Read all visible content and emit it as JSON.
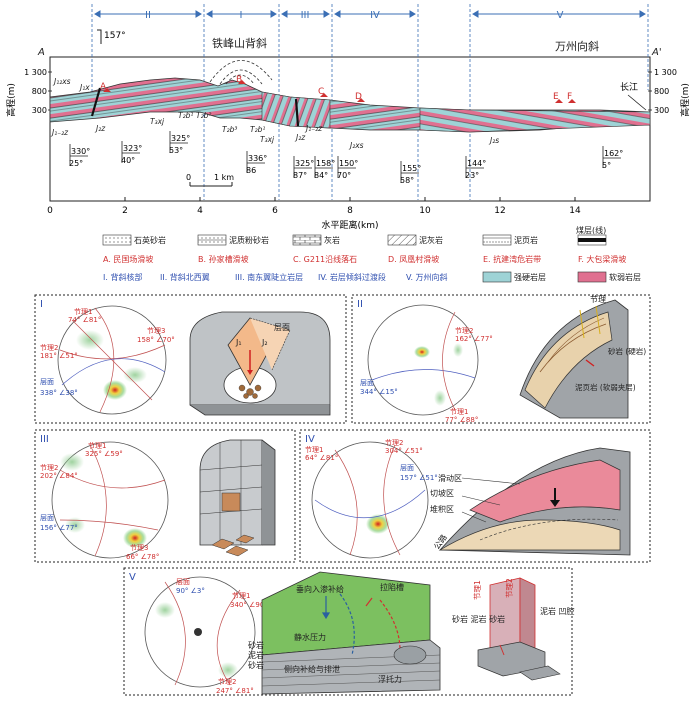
{
  "section": {
    "left_label": "A",
    "right_label": "A'",
    "title_anticline": "铁峰山背斜",
    "title_syncline": "万州向斜",
    "river": "长江",
    "bearing": "157°",
    "y_axis_label": "高程(m)",
    "y_ticks": [
      "1 300",
      "800",
      "300"
    ],
    "x_axis_label": "水平距离(km)",
    "x_ticks": [
      "0",
      "2",
      "4",
      "6",
      "8",
      "10",
      "12",
      "14"
    ],
    "scale_bar": {
      "start": "0",
      "end": "1 km"
    },
    "zones": [
      "II",
      "I",
      "III",
      "IV",
      "V"
    ],
    "slide_marks": [
      "A",
      "B",
      "C",
      "D",
      "E",
      "F"
    ],
    "strata": [
      "J₁₂xs",
      "J₁x",
      "J₁₋₂z",
      "J₂z",
      "T₃xj",
      "T₂b¹",
      "T₂b²",
      "T₂b³",
      "T₂b¹",
      "T₃xj",
      "J₂z",
      "J₁₋₂z",
      "J₂xs",
      "J₂s"
    ],
    "dips": [
      {
        "az": "330°",
        "dip": "25°"
      },
      {
        "az": "323°",
        "dip": "40°"
      },
      {
        "az": "325°",
        "dip": "53°"
      },
      {
        "az": "336°",
        "dip": "86"
      },
      {
        "az": "325°",
        "dip": "87°"
      },
      {
        "az": "158°",
        "dip": "84°"
      },
      {
        "az": "150°",
        "dip": "70°"
      },
      {
        "az": "155°",
        "dip": "58°"
      },
      {
        "az": "144°",
        "dip": "23°"
      },
      {
        "az": "162°",
        "dip": "5°"
      }
    ]
  },
  "legend": {
    "row1": [
      "石英砂岩",
      "泥质粉砂岩",
      "灰岩",
      "泥灰岩",
      "泥页岩",
      "煤层(线)"
    ],
    "row2": [
      "A. 民国场滑坡",
      "B. 孙家槽滑坡",
      "C. G211沿线落石",
      "D. 凤凰村滑坡",
      "E. 抗建湾危岩带",
      "F. 大包梁滑坡"
    ],
    "row3": [
      "I. 背斜核部",
      "II. 背斜北西翼",
      "III. 南东翼陡立岩层",
      "IV. 岩层倾斜过渡段",
      "V. 万州向斜"
    ],
    "strong": "强硬岩层",
    "weak": "软弱岩层"
  },
  "panels": {
    "I": {
      "label": "I",
      "joint1": "节理1",
      "joint1_val": "74° ∠81°",
      "joint2": "节理2",
      "joint2_val": "181° ∠51°",
      "joint3": "节理3",
      "joint3_val": "158° ∠70°",
      "bedding": "层面",
      "bedding_val": "338° ∠38°",
      "block_bedding": "层面",
      "block_j1": "J₁",
      "block_j2": "J₂"
    },
    "II": {
      "label": "II",
      "joint2": "节理2",
      "joint2_val": "162° ∠77°",
      "bedding": "层面",
      "bedding_val": "344° ∠15°",
      "joint1": "节理1",
      "joint1_val": "77° ∠88°",
      "block_joint": "节理",
      "block_hard": "砂岩 (硬岩)",
      "block_soft": "泥页岩 (软弱夹层)"
    },
    "III": {
      "label": "III",
      "joint1": "节理1",
      "joint1_val": "325° ∠59°",
      "joint2": "节理2",
      "joint2_val": "202° ∠84°",
      "bedding": "层面",
      "bedding_val": "156° ∠77°",
      "joint3": "节理3",
      "joint3_val": "66° ∠78°"
    },
    "IV": {
      "label": "IV",
      "joint1": "节理1",
      "joint1_val": "64° ∠81°",
      "joint2": "节理2",
      "joint2_val": "304° ∠51°",
      "bedding": "层面",
      "bedding_val": "157° ∠51°",
      "zone_slide": "滑动区",
      "zone_cut": "切坡区",
      "zone_pile": "堆积区",
      "road": "公路"
    },
    "V": {
      "label": "V",
      "bedding": "层面",
      "bedding_val": "90° ∠3°",
      "joint1": "节理1",
      "joint1_val": "340° ∠90°",
      "joint2": "节理2",
      "joint2_val": "247° ∠81°",
      "infiltration": "垂向入渗补给",
      "crack": "拉陷槽",
      "static": "静水压力",
      "lateral": "侧向补给与排泄",
      "uplift": "浮托力",
      "rock1": "砂岩",
      "rock2": "泥岩",
      "rock3": "砂岩",
      "j1": "节理1",
      "j2": "节理2",
      "concave": "泥岩 凹腔",
      "rock_col": "砂岩 泥岩 砂岩"
    }
  }
}
